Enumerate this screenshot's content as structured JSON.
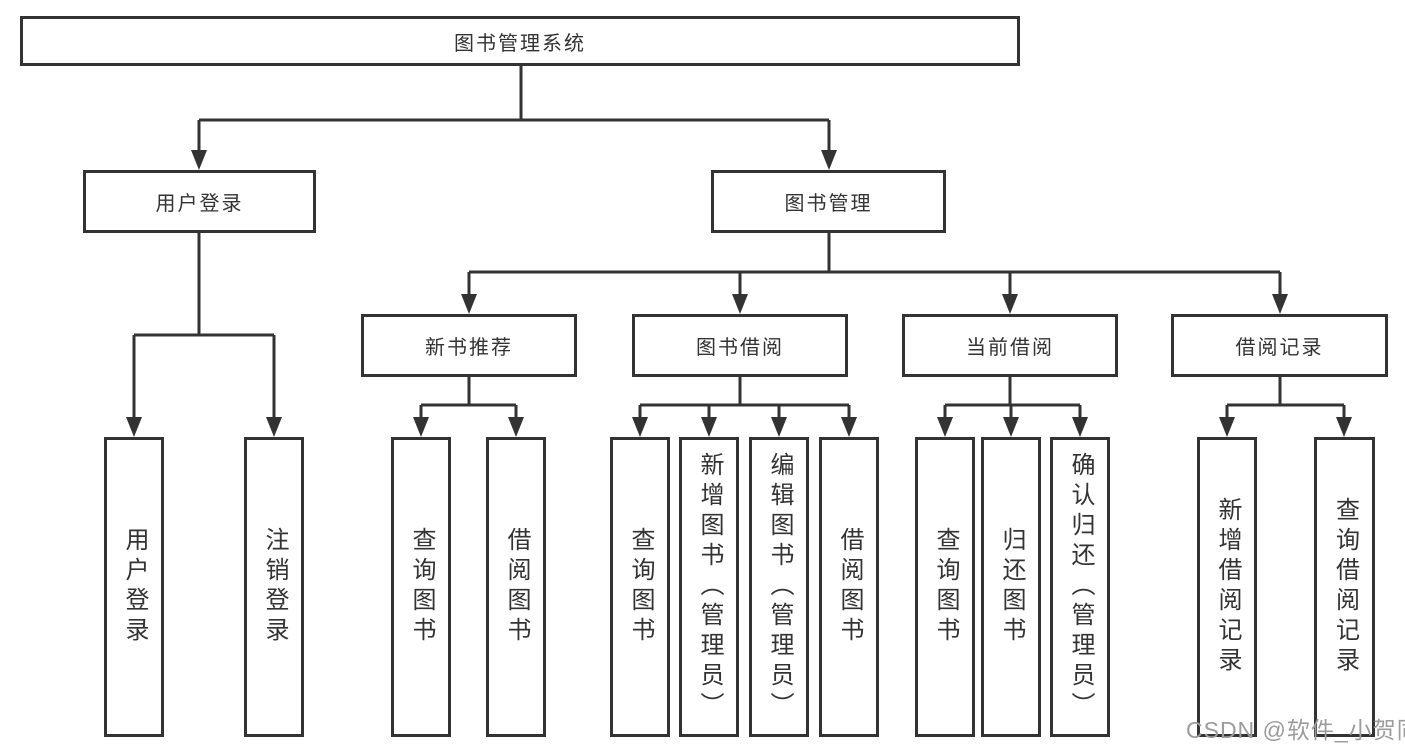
{
  "diagram": {
    "root": {
      "label": "图书管理系统"
    },
    "level2": [
      {
        "label": "用户登录",
        "leaves": [
          "用户登录",
          "注销登录"
        ]
      },
      {
        "label": "图书管理"
      }
    ],
    "level3": [
      {
        "label": "新书推荐",
        "leaves": [
          "查询图书",
          "借阅图书"
        ]
      },
      {
        "label": "图书借阅",
        "leaves": [
          "查询图书",
          "新增图书（管理员）",
          "编辑图书（管理员）",
          "借阅图书"
        ]
      },
      {
        "label": "当前借阅",
        "leaves": [
          "查询图书",
          "归还图书",
          "确认归还（管理员）"
        ]
      },
      {
        "label": "借阅记录",
        "leaves": [
          "新增借阅记录",
          "查询借阅记录"
        ]
      }
    ],
    "colors": {
      "line": "#333333",
      "box_fill": "#ffffff",
      "text": "#333333"
    }
  },
  "watermark": {
    "text": "CSDN @软件_小贺同学",
    "color": "#9c9c9c"
  }
}
